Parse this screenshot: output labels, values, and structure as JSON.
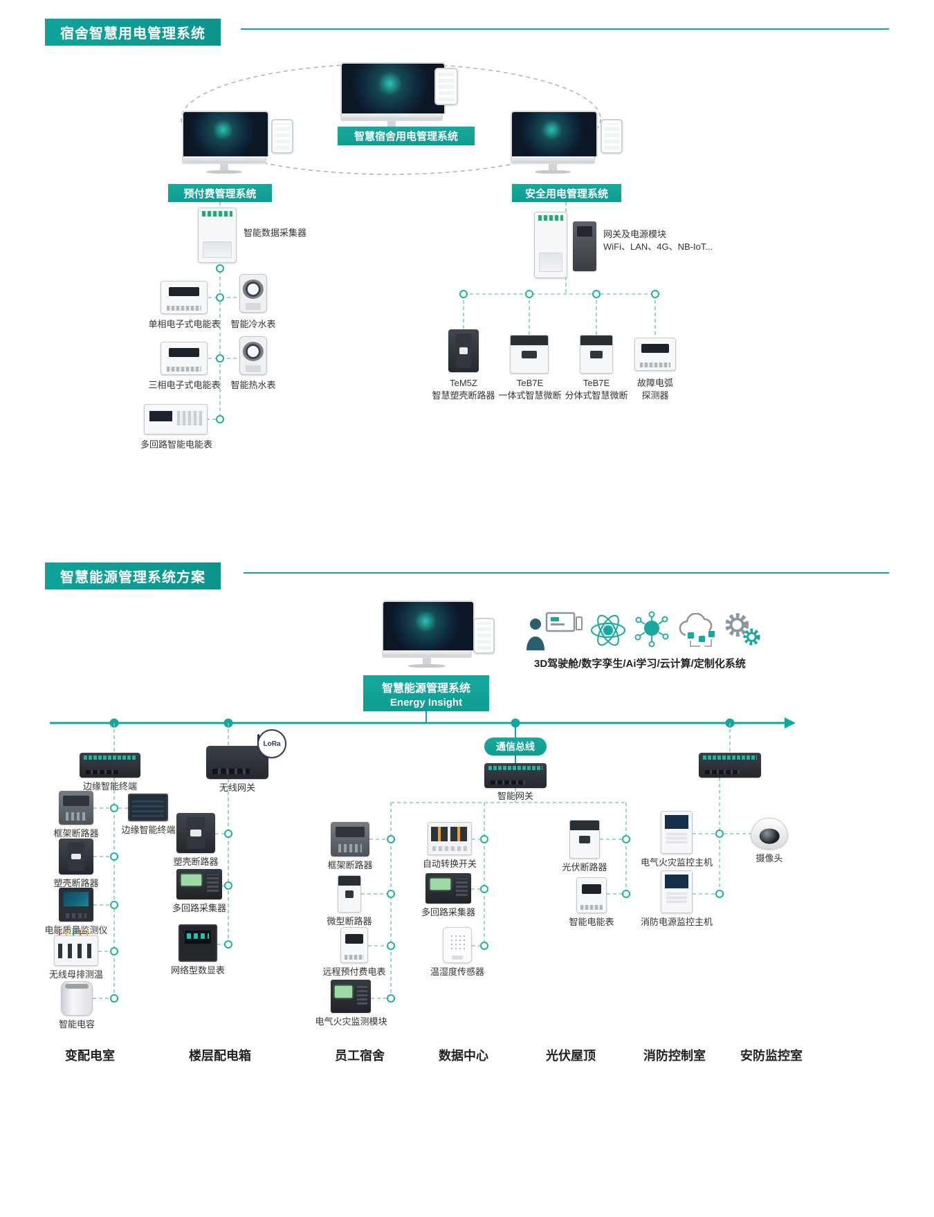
{
  "theme": {
    "teal": "#14a69b",
    "dark_text": "#333333",
    "line": "#8fc6c0"
  },
  "s1": {
    "header": "宿舍智慧用电管理系统",
    "center_badge": "智慧宿舍用电管理系统",
    "left_badge": "预付费管理系统",
    "right_badge": "安全用电管理系统",
    "collector_label": "智能数据采集器",
    "l1": "单相电子式电能表",
    "l2": "智能冷水表",
    "l3": "三相电子式电能表",
    "l4": "智能热水表",
    "l5": "多回路智能电能表",
    "gateway_label": "网关及电源模块\nWiFi、LAN、4G、NB-IoT...",
    "r1": "TeM5Z\n智慧塑壳断路器",
    "r2": "TeB7E\n一体式智慧微断",
    "r3": "TeB7E\n分体式智慧微断",
    "r4": "故障电弧\n探测器"
  },
  "s2": {
    "header": "智慧能源管理系统方案",
    "tech_label": "3D驾驶舱/数字孪生/Ai学习/云计算/定制化系统",
    "badge_line1": "智慧能源管理系统",
    "badge_line2": "Energy  Insight",
    "bus_badge": "通信总线",
    "lora": "LoRa",
    "col1": {
      "title": "变配电室",
      "d0": "边缘智能终端",
      "d1": "框架断路器",
      "d2": "边缘智能终端",
      "d3": "塑壳断路器",
      "d4": "电能质量监测仪",
      "d5": "无线母排测温",
      "d6": "智能电容"
    },
    "col2": {
      "title": "楼层配电箱",
      "d0": "无线网关",
      "d1": "塑壳断路器",
      "d2": "多回路采集器",
      "d3": "网络型数显表"
    },
    "col3": {
      "title": "员工宿舍",
      "d1": "框架断路器",
      "d2": "微型断路器",
      "d3": "远程预付费电表",
      "d4": "电气火灾监测模块"
    },
    "col4": {
      "title": "数据中心",
      "d1": "自动转换开关",
      "d2": "多回路采集器",
      "d3": "温湿度传感器"
    },
    "col5": {
      "title": "光伏屋顶",
      "d0": "智能网关",
      "d1": "光伏断路器",
      "d2": "智能电能表"
    },
    "col6": {
      "title": "消防控制室",
      "d1": "电气火灾监控主机",
      "d2": "消防电源监控主机"
    },
    "col7": {
      "title": "安防监控室",
      "d1": "摄像头"
    }
  }
}
